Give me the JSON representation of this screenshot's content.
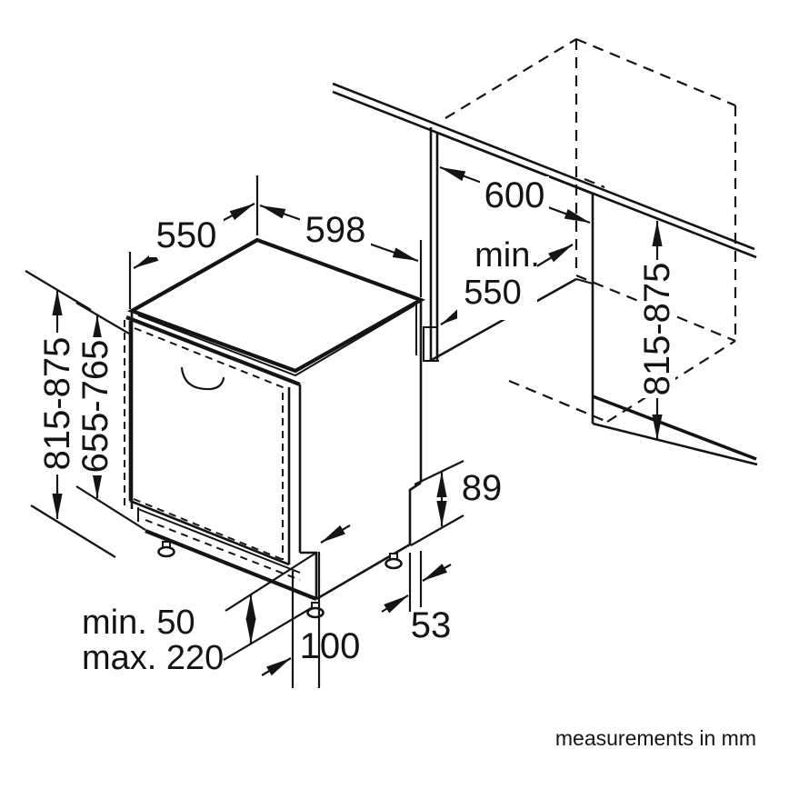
{
  "page": {
    "background": "#ffffff",
    "line_color": "#141414",
    "note": "measurements in mm"
  },
  "dims": {
    "top_depth": "550",
    "top_width": "598",
    "niche_width": "600",
    "niche_depth_l1": "min.",
    "niche_depth_l2": "550",
    "height_left": "815-875",
    "door_panel_height": "655-765",
    "niche_height": "815-875",
    "rear_step": "89",
    "rear_clearance": "53",
    "plinth_recess": "100",
    "plinth_min": "min. 50",
    "plinth_max": "max. 220"
  }
}
